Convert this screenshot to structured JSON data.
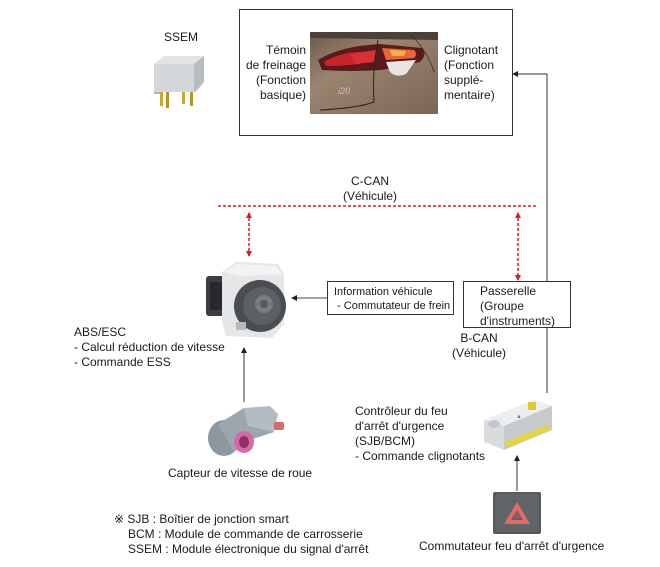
{
  "ssem": {
    "label": "SSEM"
  },
  "lamp_box": {
    "left_label": [
      "Témoin",
      "de freinage",
      "(Fonction",
      "basique)"
    ],
    "right_label": [
      "Clignotant",
      "(Fonction",
      "supplé-",
      "mentaire)"
    ],
    "photo": "rear-combination-lamp-photo"
  },
  "c_can": {
    "line1": "C-CAN",
    "line2": "(Véhicule)",
    "color": "#e8161b"
  },
  "abs_esc": {
    "title": "ABS/ESC",
    "items": [
      "- Calcul réduction de vitesse",
      "- Commande ESS"
    ]
  },
  "info_box": {
    "line1": "Information véhicule",
    "line2": " - Commutateur de frein"
  },
  "gateway_box": {
    "lines": [
      "Passerelle",
      "(Groupe",
      "d'instruments)"
    ]
  },
  "b_can": {
    "line1": "B-CAN",
    "line2": "(Véhicule)"
  },
  "wheel_sensor": {
    "label": "Capteur de vitesse de roue"
  },
  "controller": {
    "lines": [
      "Contrôleur du feu",
      "d'arrêt d'urgence",
      "(SJB/BCM)",
      "- Commande clignotants"
    ]
  },
  "hazard_switch": {
    "label": "Commutateur feu d'arrêt d'urgence"
  },
  "notes": {
    "mark": "※",
    "lines": [
      "SJB : Boîtier de jonction smart",
      "BCM : Module de commande de carrosserie",
      "SSEM : Module électronique du signal d'arrêt"
    ]
  }
}
